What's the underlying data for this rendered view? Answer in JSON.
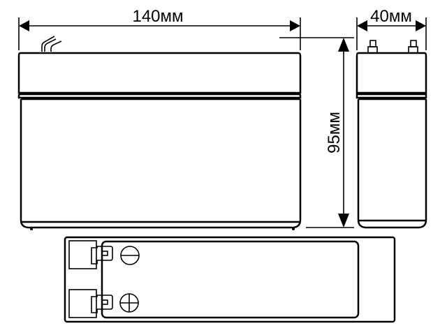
{
  "dimensions": {
    "length": "140мм",
    "width": "40мм",
    "height": "95мм"
  },
  "terminals": {
    "negative": "minus-symbol",
    "positive": "plus-symbol"
  },
  "colors": {
    "line": "#000000",
    "background": "#ffffff"
  }
}
